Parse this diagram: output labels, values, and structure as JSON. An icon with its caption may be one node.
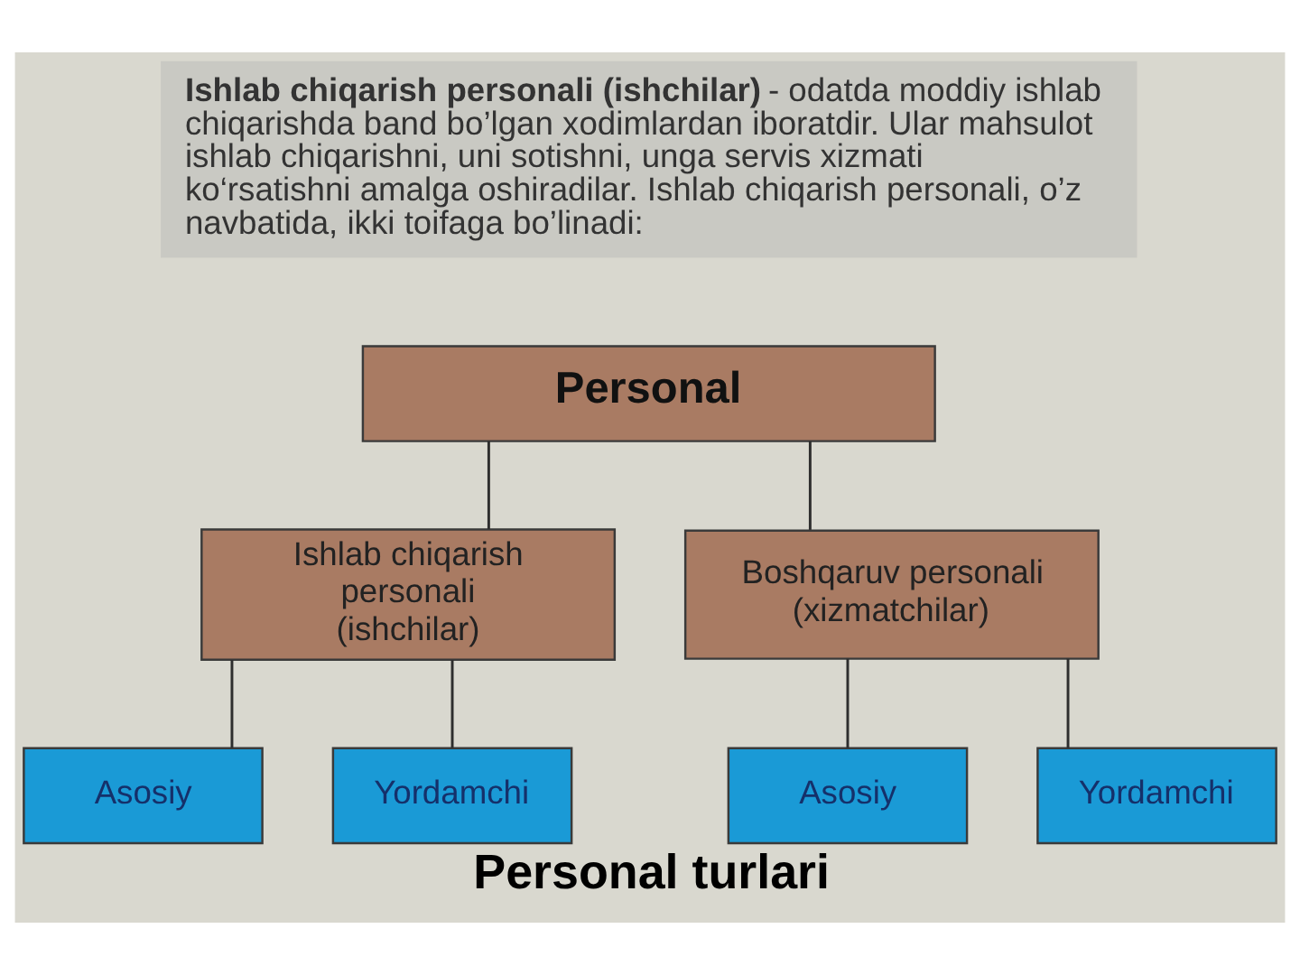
{
  "diagram": {
    "caption": "Personal turlari",
    "nodes": [
      {
        "text": [
          "Personal"
        ]
      },
      {
        "text": [
          "Ishlab chiqarish personali (ishchilar)"
        ]
      },
      {
        "text": [
          "Boshqaruv personali (xizmatchilar)"
        ]
      },
      {
        "text": [
          "Asosiy"
        ]
      },
      {
        "text": [
          "Yordamchi"
        ]
      },
      {
        "text": [
          "Asosiy"
        ]
      },
      {
        "text": [
          "Yordamchi"
        ]
      }
    ],
    "edges": [
      {
        "from": 0,
        "to": 1,
        "arrow": "none"
      },
      {
        "from": 0,
        "to": 2,
        "arrow": "none"
      },
      {
        "from": 1,
        "to": 3,
        "arrow": "none"
      },
      {
        "from": 1,
        "to": 4,
        "arrow": "none"
      },
      {
        "from": 2,
        "to": 5,
        "arrow": "none"
      },
      {
        "from": 2,
        "to": 6,
        "arrow": "none"
      }
    ],
    "labels": [
      "**Ishlab chiqarish personali (ishchilar)** - odatda moddiy ishlab chiqarishda band bo’lgan xodimlardan iboratdir. Ular mahsulot ishlab chiqarishni, uni sotishni, unga servis xizmati ko‘rsatishni amalga oshiradilar. Ishlab chiqarish personali, o’z navbatida, ikki toifaga bo’linadi:"
    ]
  }
}
